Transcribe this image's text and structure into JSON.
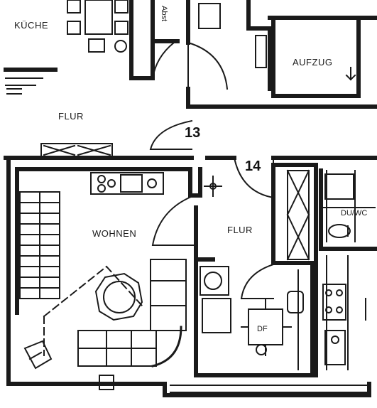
{
  "rooms": {
    "kitchen": "KÜCHE",
    "storage": "Abst",
    "elevator": "AUFZUG",
    "hall_left": "FLUR",
    "hall_right": "FLUR",
    "living": "WOHNEN",
    "shower_wc": "DU/WC",
    "skylight": "DF"
  },
  "units": {
    "unit_13": "13",
    "unit_14": "14"
  }
}
